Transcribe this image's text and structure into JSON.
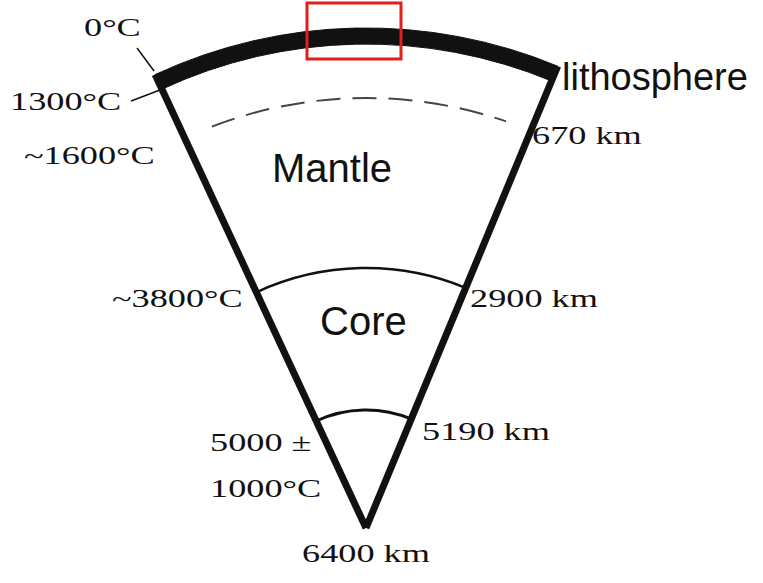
{
  "diagram": {
    "labels": [
      "0°C",
      "1300°C",
      "~1600°C",
      "lithosphere",
      "670 km",
      "Mantle",
      "~3800°C",
      "Core",
      "2900 km",
      "5000 ± 1000°C",
      "5190 km",
      "6400 km"
    ]
  }
}
